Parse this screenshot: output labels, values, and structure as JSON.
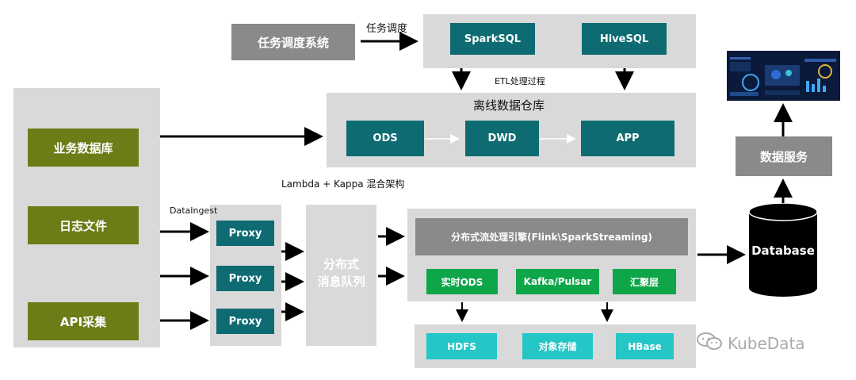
{
  "scheduler": {
    "label": "任务调度系统",
    "edge_label": "任务调度"
  },
  "etl": {
    "nodes": [
      "SparkSQL",
      "HiveSQL"
    ],
    "edge_label": "ETL处理过程"
  },
  "warehouse": {
    "title": "离线数据仓库",
    "layers": [
      "ODS",
      "DWD",
      "APP"
    ]
  },
  "sources": {
    "items": [
      "业务数据库",
      "日志文件",
      "API采集"
    ]
  },
  "ingest": {
    "label": "DataIngest",
    "proxies": [
      "Proxy",
      "Proxy",
      "Proxy"
    ]
  },
  "architecture_label": "Lambda + Kappa 混合架构",
  "queue": {
    "line1": "分布式",
    "line2": "消息队列"
  },
  "stream": {
    "engine": "分布式流处理引擎(Flink\\SparkStreaming)",
    "outputs": [
      "实时ODS",
      "Kafka/Pulsar",
      "汇聚层"
    ]
  },
  "storage": {
    "items": [
      "HDFS",
      "对象存储",
      "HBase"
    ]
  },
  "database": {
    "label": "Database"
  },
  "data_service": {
    "label": "数据服务"
  },
  "watermark": {
    "text": "KubeData"
  },
  "colors": {
    "panel": "#d9d9d9",
    "teal": "#0e6b72",
    "olive": "#6e7c17",
    "bright_teal": "#24c6c6",
    "green": "#0fa64a",
    "gray": "#8a8a8a"
  }
}
